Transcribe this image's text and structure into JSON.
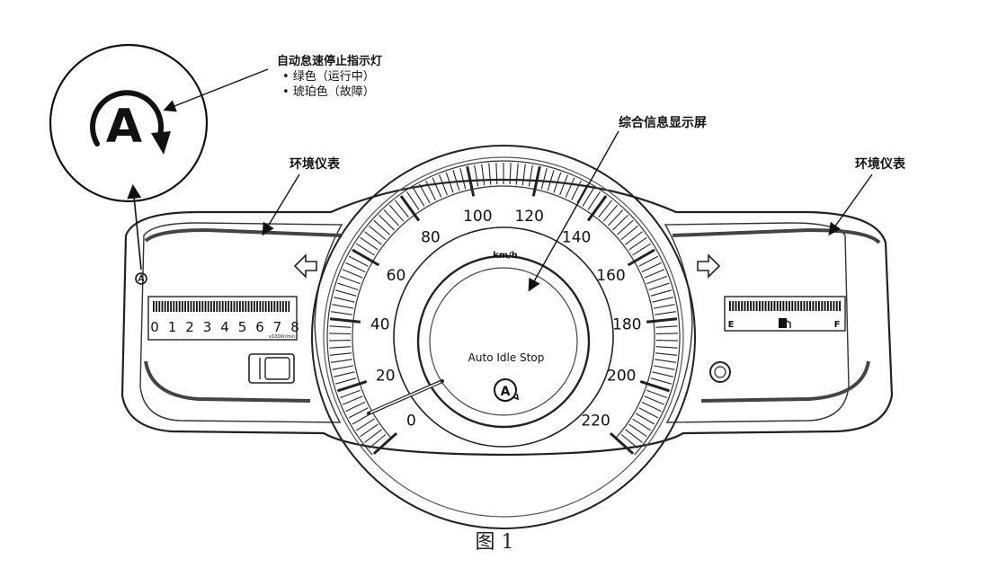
{
  "callout": {
    "title": "自动怠速停止指示灯",
    "items": [
      "• 绿色（运行中）",
      "• 琥珀色（故障）"
    ],
    "icon_letter": "A"
  },
  "labels": {
    "ambient_left": "环境仪表",
    "ambient_right": "环境仪表",
    "info_display": "综合信息显示屏"
  },
  "speedometer": {
    "unit": "km/h",
    "ticks": [
      "0",
      "20",
      "40",
      "60",
      "80",
      "100",
      "120",
      "140",
      "160",
      "180",
      "200",
      "220"
    ],
    "min": 0,
    "max": 220
  },
  "tachometer": {
    "digits": [
      "0",
      "1",
      "2",
      "3",
      "4",
      "5",
      "6",
      "7",
      "8"
    ],
    "unit": "x1000r/min"
  },
  "fuel": {
    "empty": "E",
    "full": "F"
  },
  "mid": {
    "text": "Auto Idle Stop",
    "icon_letter": "A"
  },
  "caption": "图 1"
}
